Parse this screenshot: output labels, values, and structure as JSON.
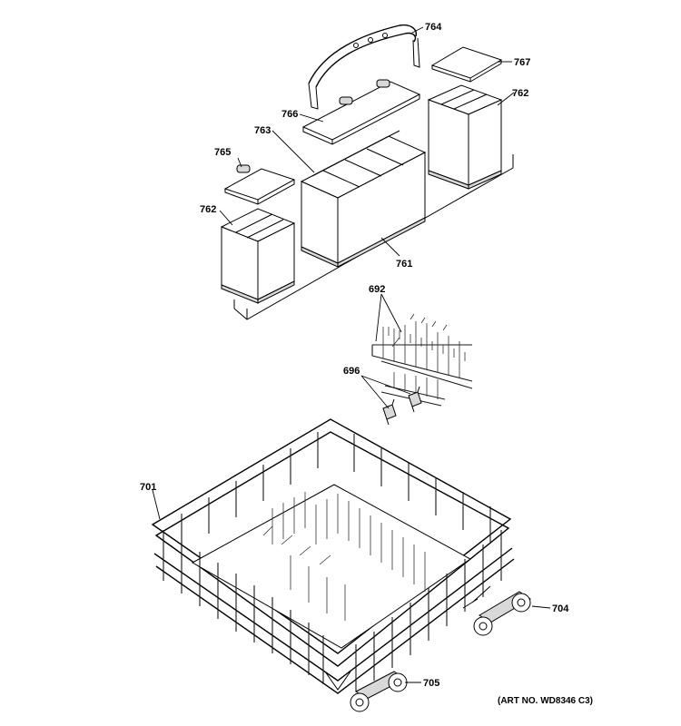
{
  "diagram": {
    "art_number": "(ART NO. WD8346 C3)",
    "labels": {
      "p764": "764",
      "p767": "767",
      "p762_right": "762",
      "p766": "766",
      "p763": "763",
      "p765": "765",
      "p762_left": "762",
      "p761": "761",
      "p692": "692",
      "p696": "696",
      "p701": "701",
      "p704": "704",
      "p705": "705"
    }
  }
}
